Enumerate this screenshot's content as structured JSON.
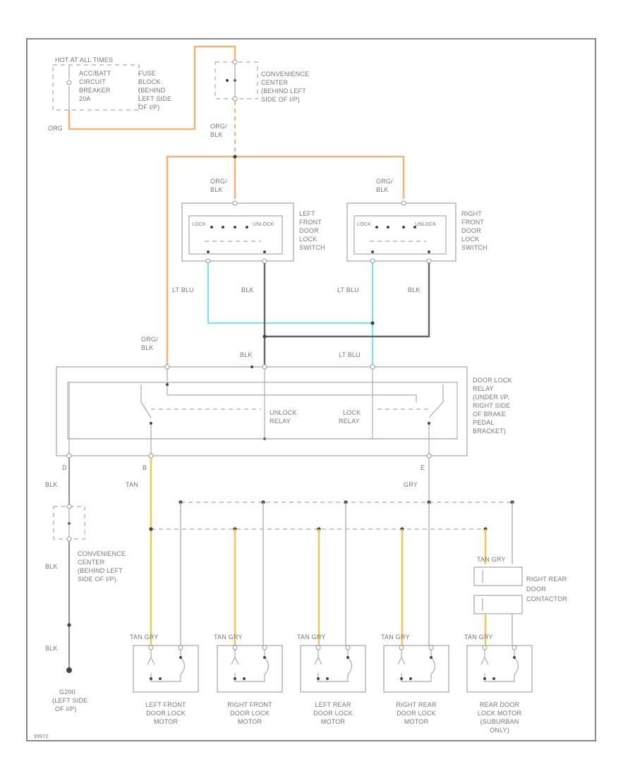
{
  "labels": {
    "hot_at_all_times": "HOT AT ALL TIMES",
    "fuse_block_1": "ACC/BATT",
    "fuse_block_2": "CIRCUIT",
    "fuse_block_3": "BREAKER",
    "fuse_block_4": "20A",
    "fuse_desc_1": "FUSE",
    "fuse_desc_2": "BLOCK",
    "fuse_desc_3": "(BEHIND",
    "fuse_desc_4": "LEFT SIDE",
    "fuse_desc_5": "OF I/P)",
    "conv_center_1": "CONVENIENCE",
    "conv_center_2": "CENTER",
    "conv_center_3": "(BEHIND LEFT",
    "conv_center_4": "SIDE OF I/P)",
    "org_label": "ORG",
    "org_blk_1": "ORG/",
    "org_blk_2": "BLK",
    "lf_switch_1": "LEFT",
    "lf_switch_2": "FRONT",
    "lf_switch_3": "DOOR",
    "lf_switch_4": "LOCK",
    "lf_switch_5": "SWITCH",
    "rf_switch_1": "RIGHT",
    "rf_switch_2": "FRONT",
    "rf_switch_3": "DOOR",
    "rf_switch_4": "LOCK",
    "rf_switch_5": "SWITCH",
    "switch_lock": "LOCK",
    "switch_unlock": "UNLOCK",
    "lt_blu": "LT BLU",
    "blk": "BLK",
    "relay_desc_1": "DOOR LOCK",
    "relay_desc_2": "RELAY",
    "relay_desc_3": "(UNDER I/P,",
    "relay_desc_4": "RIGHT SIDE",
    "relay_desc_5": "OF BRAKE",
    "relay_desc_6": "PEDAL",
    "relay_desc_7": "BRACKET)",
    "unlock_relay_1": "UNLOCK",
    "unlock_relay_2": "RELAY",
    "lock_relay_1": "LOCK",
    "lock_relay_2": "RELAY",
    "pin_d": "D",
    "pin_b": "B",
    "pin_e": "E",
    "tan": "TAN",
    "gry": "GRY",
    "tan_gry": "TAN  GRY",
    "rr_contactor_1": "RIGHT REAR",
    "rr_contactor_2": "DOOR",
    "rr_contactor_3": "CONTACTOR",
    "g200_1": "G200",
    "g200_2": "(LEFT SIDE",
    "g200_3": "OF I/P)",
    "fig_number": "99972"
  },
  "motors": [
    {
      "line1": "LEFT FRONT",
      "line2": "DOOR LOCK",
      "line3": "MOTOR",
      "line4": ""
    },
    {
      "line1": "RIGHT FRONT",
      "line2": "DOOR LOCK",
      "line3": "MOTOR",
      "line4": ""
    },
    {
      "line1": "LEFT REAR",
      "line2": "DOOR LOCK",
      "line3": "MOTOR",
      "line4": ""
    },
    {
      "line1": "RIGHT REAR",
      "line2": "DOOR LOCK",
      "line3": "MOTOR",
      "line4": ""
    },
    {
      "line1": "REAR DOOR",
      "line2": "LOCK MOTOR",
      "line3": "(SUBURBAN",
      "line4": "ONLY)"
    }
  ],
  "colors": {
    "org": "#f5b37a",
    "lt_blu": "#77e3f3",
    "blk": "#666666",
    "tan": "#f0c85a",
    "gry": "#bbbbbb"
  }
}
